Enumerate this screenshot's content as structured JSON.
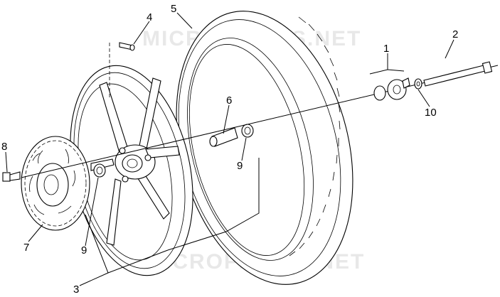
{
  "watermark": {
    "top": "MICROFICHES.NET",
    "bottom": "MICROFICHES.NET"
  },
  "callouts": [
    {
      "id": "1",
      "label": "1"
    },
    {
      "id": "2",
      "label": "2"
    },
    {
      "id": "3",
      "label": "3"
    },
    {
      "id": "4",
      "label": "4"
    },
    {
      "id": "5",
      "label": "5"
    },
    {
      "id": "6",
      "label": "6"
    },
    {
      "id": "7",
      "label": "7"
    },
    {
      "id": "8",
      "label": "8"
    },
    {
      "id": "9a",
      "label": "9"
    },
    {
      "id": "9b",
      "label": "9"
    },
    {
      "id": "10",
      "label": "10"
    }
  ]
}
